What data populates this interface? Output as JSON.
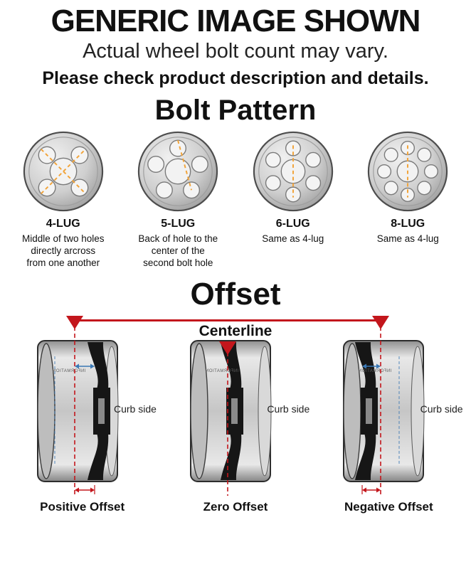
{
  "header": {
    "title": "GENERIC IMAGE SHOWN",
    "subtitle": "Actual wheel bolt count may vary.",
    "note": "Please check product description and details."
  },
  "bolt_pattern": {
    "heading": "Bolt Pattern",
    "items": [
      {
        "label": "4-LUG",
        "lugs": 4,
        "description": "Middle of two holes directly arcross from one another"
      },
      {
        "label": "5-LUG",
        "lugs": 5,
        "description": "Back of hole to the center of the second bolt hole"
      },
      {
        "label": "6-LUG",
        "lugs": 6,
        "description": "Same as 4-lug"
      },
      {
        "label": "8-LUG",
        "lugs": 8,
        "description": "Same as 4-lug"
      }
    ]
  },
  "offset": {
    "heading": "Offset",
    "centerline_label": "Centerline",
    "curb_label": "Curb side",
    "barrel_text": "INFORMATION",
    "items": [
      {
        "label": "Positive Offset",
        "face": "curb-side"
      },
      {
        "label": "Zero Offset",
        "face": "center"
      },
      {
        "label": "Negative Offset",
        "face": "inboard"
      }
    ]
  },
  "colors": {
    "accent_red": "#c3161c",
    "dash_orange": "#f2a43a",
    "measure_blue": "#3a78b5"
  }
}
